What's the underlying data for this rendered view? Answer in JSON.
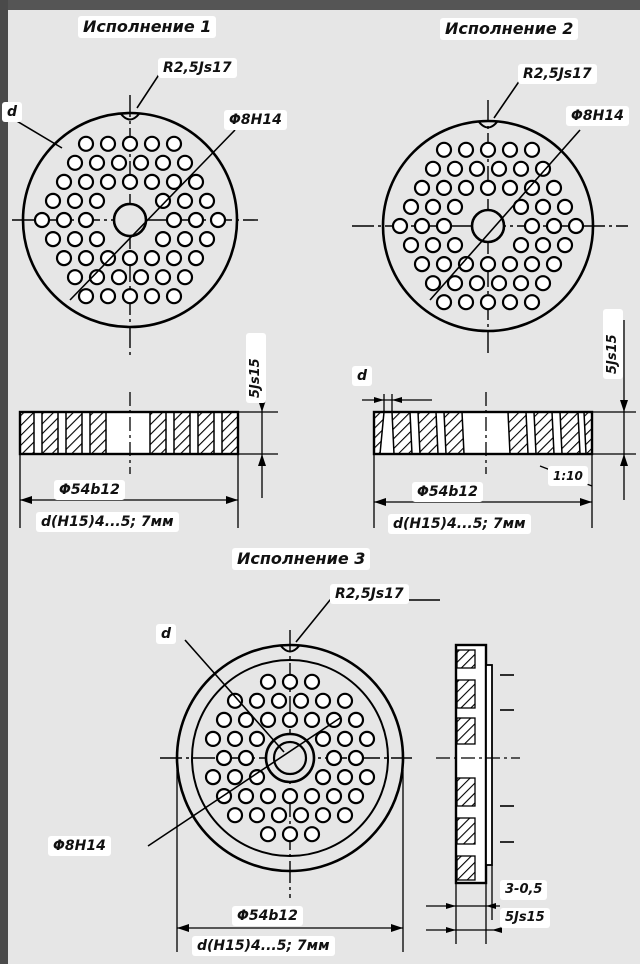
{
  "colors": {
    "background": "#e6e6e6",
    "line": "#000000",
    "label_bg": "#ffffff",
    "border": "#4a4a4a"
  },
  "variant1": {
    "title": "Исполнение 1",
    "radius_label": "R2,5Js17",
    "hole_label": "d",
    "bore_label": "Φ8H14",
    "thickness_label": "5Js15",
    "diameter_label": "Φ54b12",
    "hole_range_label": "d(H15)4...5; 7мм"
  },
  "variant2": {
    "title": "Исполнение 2",
    "radius_label": "R2,5Js17",
    "bore_label": "Φ8H14",
    "hole_label": "d",
    "thickness_label": "5Js15",
    "taper_label": "1:10",
    "diameter_label": "Φ54b12",
    "hole_range_label": "d(H15)4...5; 7мм"
  },
  "variant3": {
    "title": "Исполнение 3",
    "radius_label": "R2,5Js17",
    "hole_label": "d",
    "bore_label": "Φ8H14",
    "diameter_label": "Φ54b12",
    "hole_range_label": "d(H15)4...5; 7мм",
    "step_label": "3-0,5",
    "thickness_label": "5Js15"
  }
}
